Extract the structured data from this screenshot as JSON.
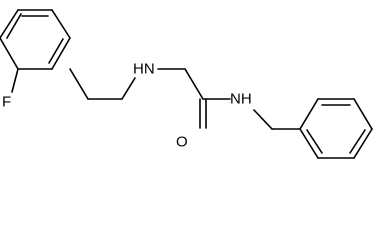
{
  "molecule": {
    "atom_labels": {
      "fluorine": "F",
      "amine_nh": "HN",
      "amide_nh": "NH",
      "carbonyl_o": "O"
    }
  }
}
